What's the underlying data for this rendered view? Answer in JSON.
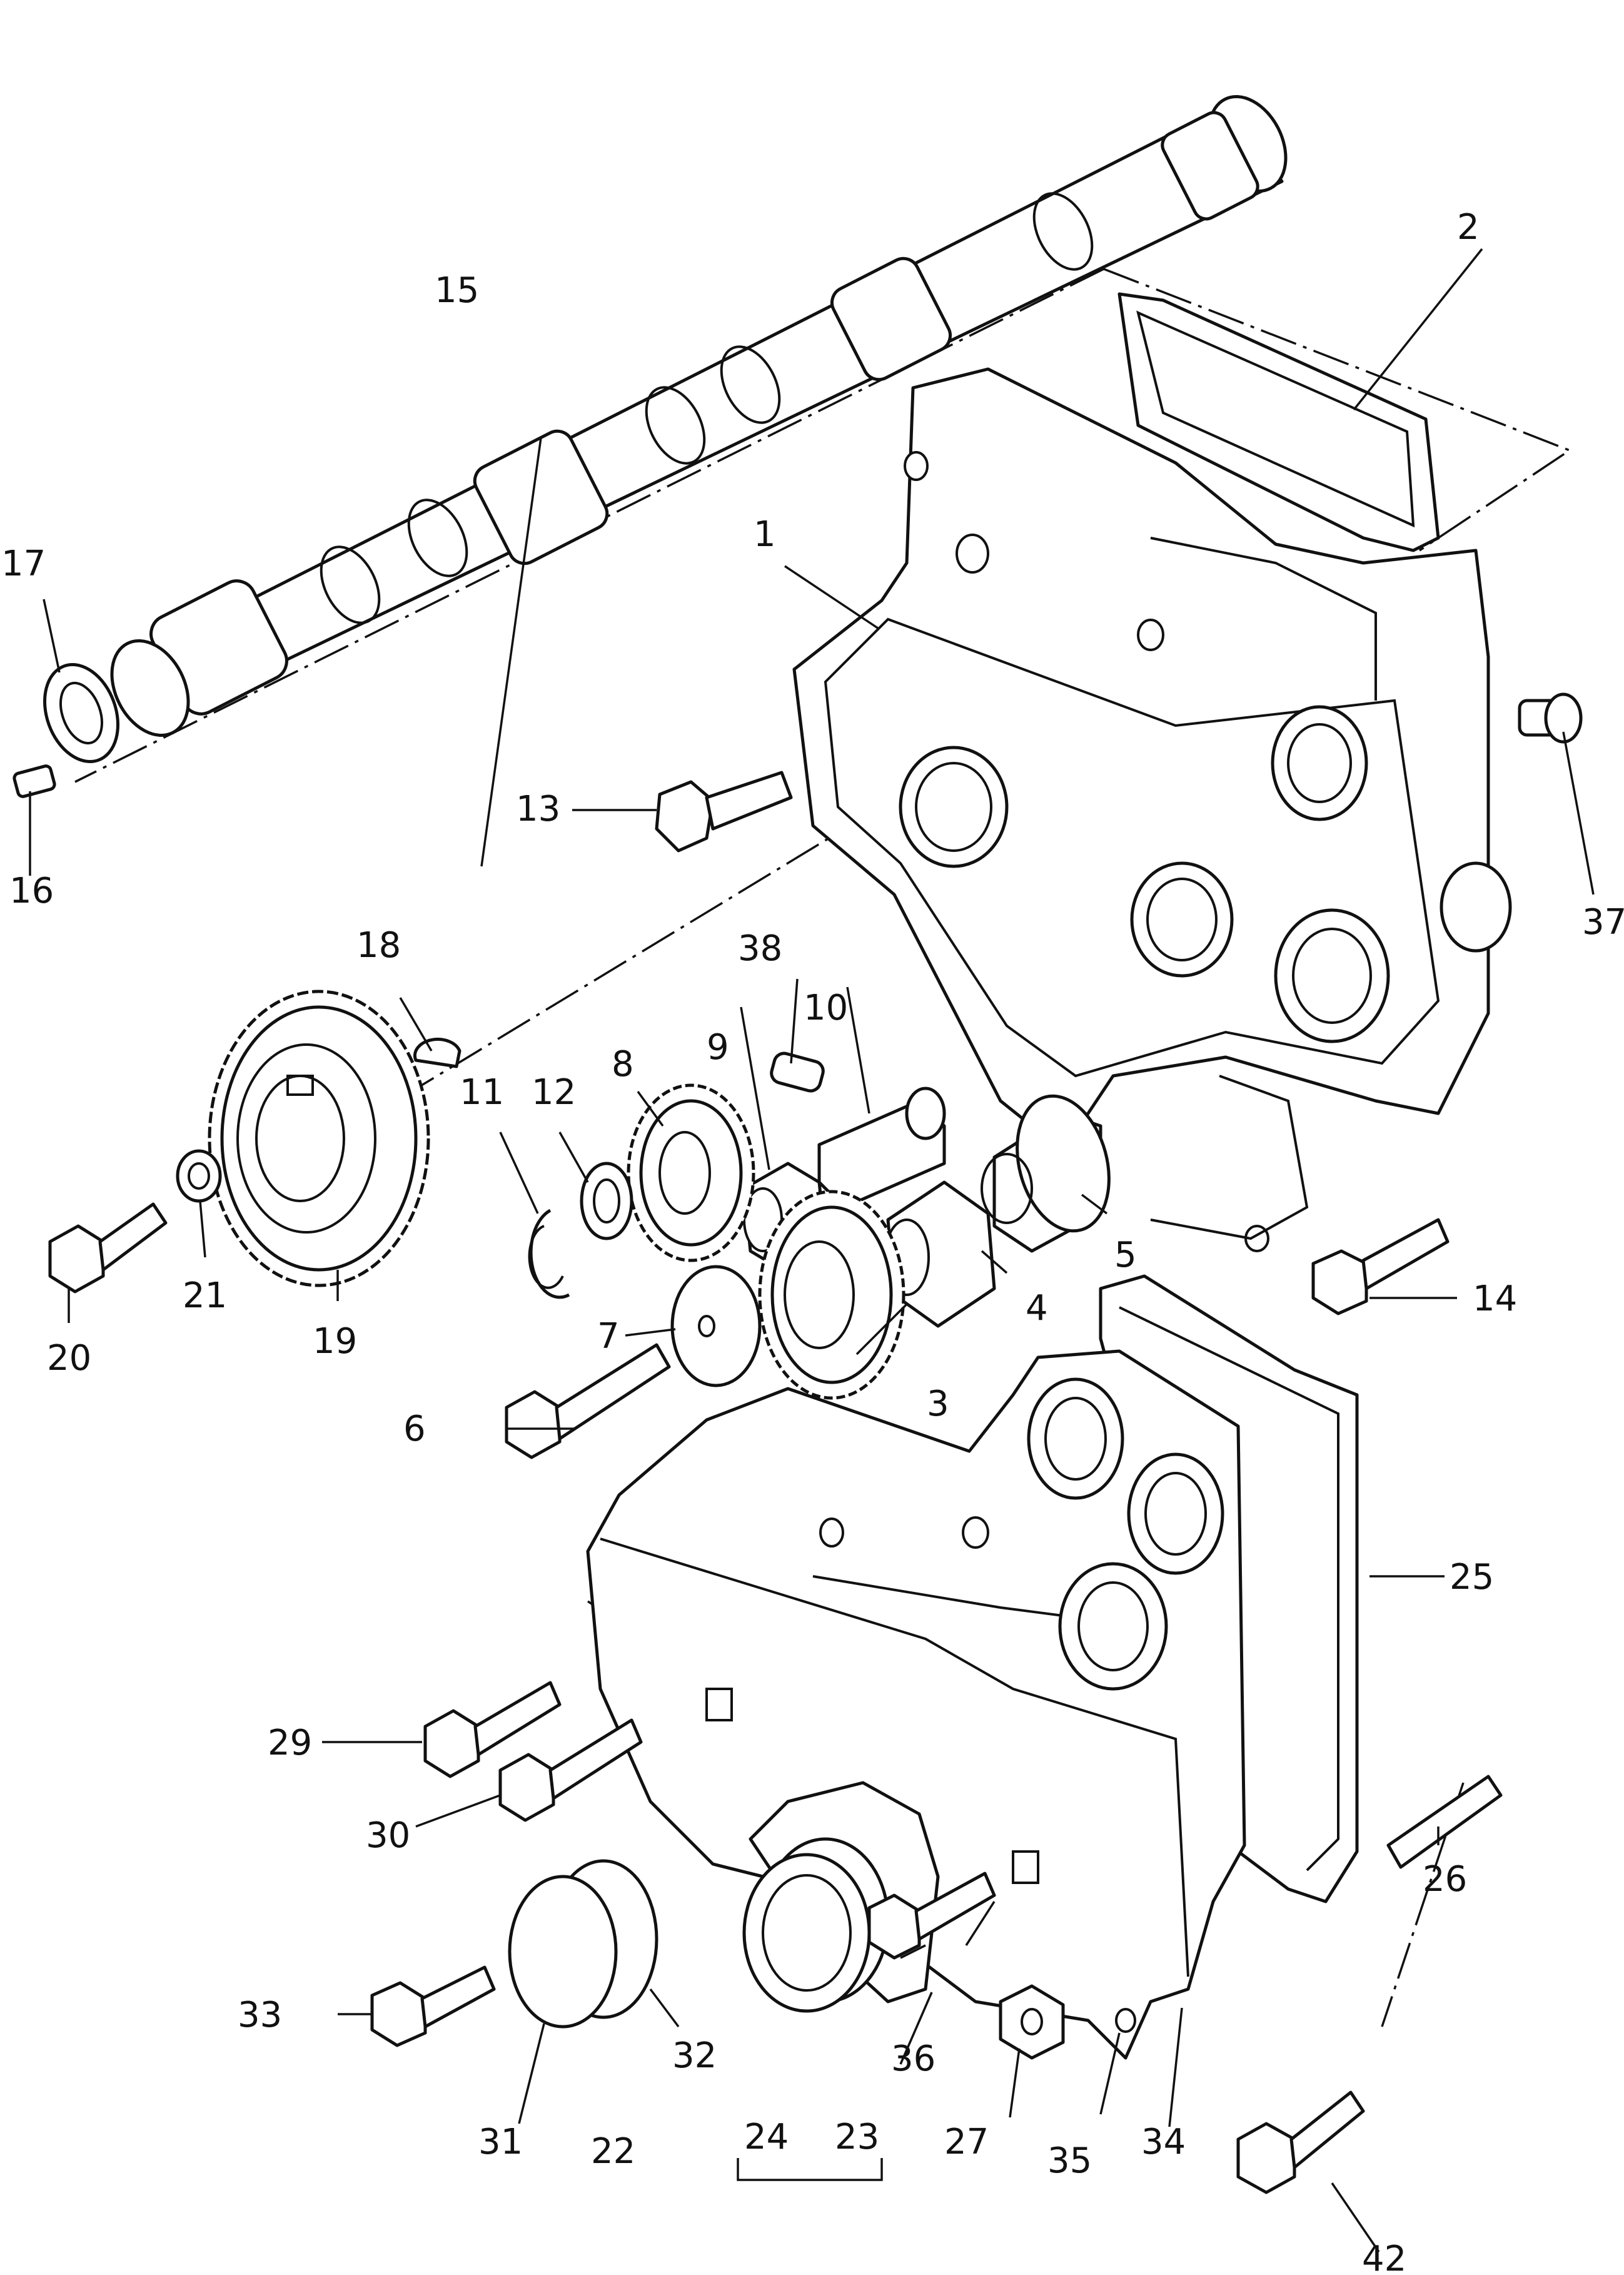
{
  "callouts": {
    "c1": "1",
    "c2": "2",
    "c3": "3",
    "c4": "4",
    "c5": "5",
    "c6": "6",
    "c7": "7",
    "c8": "8",
    "c9": "9",
    "c10": "10",
    "c11": "11",
    "c12": "12",
    "c13": "13",
    "c14": "14",
    "c15": "15",
    "c16": "16",
    "c17": "17",
    "c18": "18",
    "c19": "19",
    "c20": "20",
    "c21": "21",
    "c22": "22",
    "c23": "23",
    "c24": "24",
    "c25": "25",
    "c26": "26",
    "c27": "27",
    "c29": "29",
    "c30": "30",
    "c31": "31",
    "c32": "32",
    "c33": "33",
    "c34": "34",
    "c35": "35",
    "c36": "36",
    "c37": "37",
    "c38": "38",
    "c42": "42"
  }
}
